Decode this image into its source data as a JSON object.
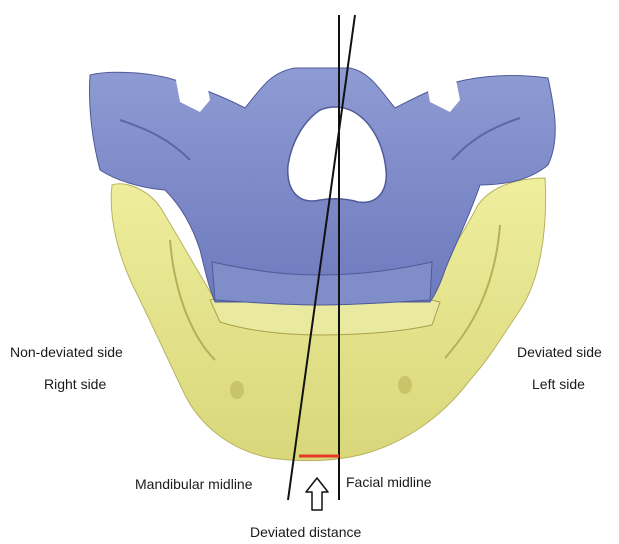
{
  "labels": {
    "left_top": "Non-deviated side",
    "left_bottom": "Right side",
    "right_top": "Deviated side",
    "right_bottom": "Left side",
    "mandibular_midline": "Mandibular midline",
    "facial_midline": "Facial midline",
    "deviated_distance": "Deviated distance"
  },
  "colors": {
    "maxilla": "#7f8dc9",
    "maxilla_shadow": "#5a67a8",
    "mandible": "#e6e68e",
    "mandible_shadow": "#b9b35a",
    "midline": "#111111",
    "deviation_marker": "#e8382b"
  }
}
